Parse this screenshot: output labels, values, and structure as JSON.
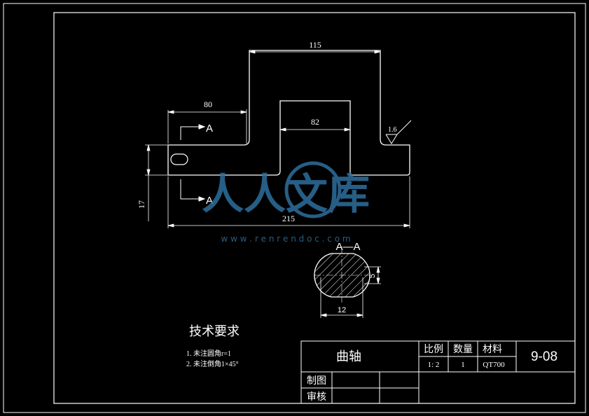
{
  "drawing": {
    "dimensions": {
      "overall_length": "215",
      "upper_boss_width": "115",
      "left_step_width": "80",
      "middle_gap_width": "82",
      "height": "17",
      "section_width": "12",
      "section_flat": "5"
    },
    "roughness": "1.6",
    "section_marker": "A",
    "section_title": "A—A"
  },
  "technical_requirements": {
    "title": "技术要求",
    "items": [
      "1. 未注圆角r=1",
      "2. 未注倒角1×45°"
    ]
  },
  "title_block": {
    "part_name": "曲轴",
    "scale_label": "比例",
    "quantity_label": "数量",
    "material_label": "材料",
    "scale_value": "1: 2",
    "quantity_value": "1",
    "material_value": "QT700",
    "drawing_number": "9-08",
    "drawn_by_label": "制图",
    "checked_by_label": "审核"
  },
  "watermark": {
    "text": "人人文库",
    "url": "w w w . r e n r e n d o c . c o m"
  },
  "colors": {
    "background": "#000000",
    "lines": "#ffffff",
    "watermark": "#2d6f9e"
  }
}
